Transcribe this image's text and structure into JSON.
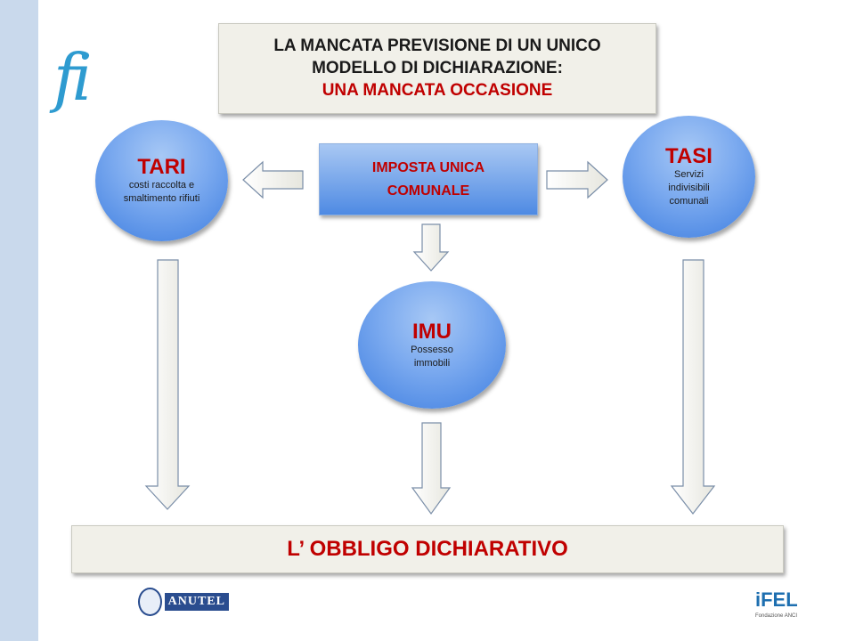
{
  "logo_fi": "fi",
  "title": {
    "line1": "LA MANCATA PREVISIONE DI UN UNICO",
    "line2": "MODELLO DI DICHIARAZIONE:",
    "line3": "UNA MANCATA OCCASIONE"
  },
  "tari": {
    "name": "TARI",
    "desc": "costi raccolta e smaltimento rifiuti"
  },
  "tasi": {
    "name": "TASI",
    "desc": "Servizi indivisibili comunali"
  },
  "imu": {
    "name": "IMU",
    "desc": "Possesso immobili"
  },
  "imposta": {
    "label": "IMPOSTA UNICA COMUNALE"
  },
  "obbligo": {
    "label": "L’ OBBLIGO DICHIARATIVO"
  },
  "logos": {
    "anutel": "ANUTEL",
    "ifel": "iFEL",
    "ifel_sub": "Fondazione ANCI"
  },
  "colors": {
    "accent_red": "#c00000",
    "bubble_blue": "#5b93e6",
    "box_beige": "#f1f0e9",
    "side_band": "#c9d9ec",
    "logo_blue": "#2e9bd0"
  }
}
